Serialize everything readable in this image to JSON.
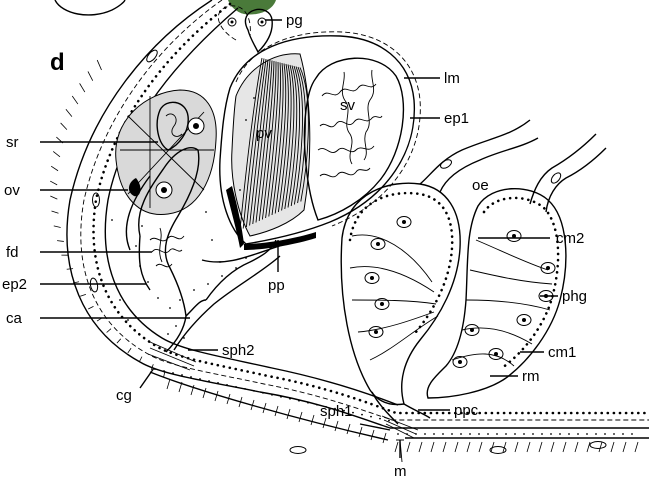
{
  "figure": {
    "panel_letter": "d",
    "colors": {
      "ink": "#000000",
      "paper": "#ffffff",
      "ovary_fill": "#d9d9d9",
      "yolk": "#4a7a3a",
      "muscle_fill": "#e6e6e6"
    },
    "labels": {
      "pg": "pg",
      "lm": "lm",
      "ep1": "ep1",
      "sv": "sv",
      "pv": "pv",
      "sr": "sr",
      "ov": "ov",
      "fd": "fd",
      "ep2": "ep2",
      "ca": "ca",
      "sph2": "sph2",
      "cg": "cg",
      "pp": "pp",
      "oe": "oe",
      "cm2": "cm2",
      "phg": "phg",
      "cm1": "cm1",
      "rm": "rm",
      "ppc": "ppc",
      "sph1": "sph1",
      "m": "m"
    }
  }
}
